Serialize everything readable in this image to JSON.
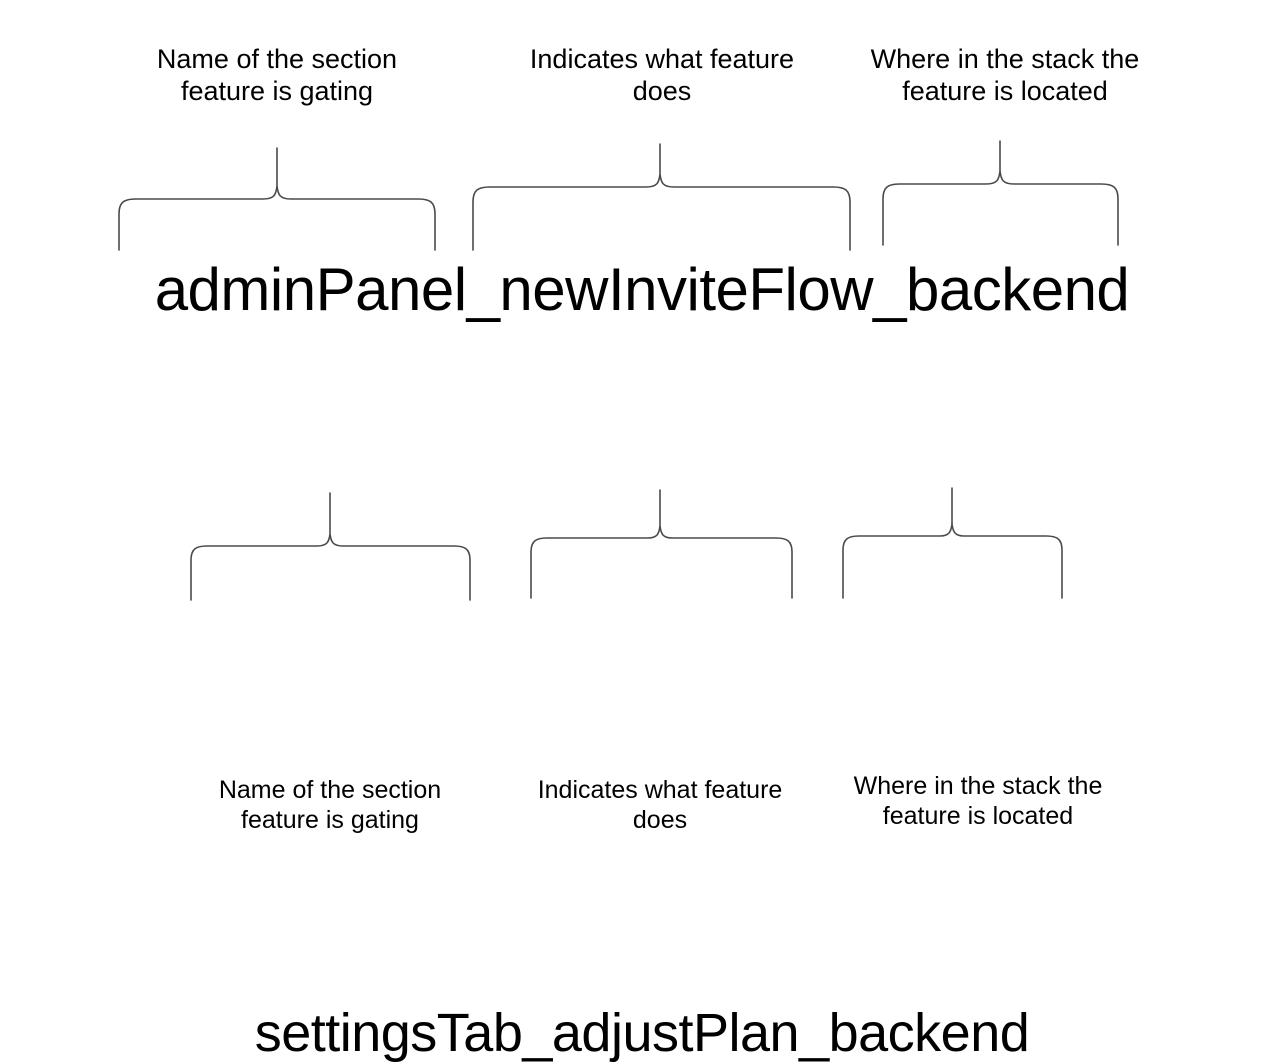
{
  "page": {
    "background_color": "#ffffff",
    "text_color": "#000000",
    "brace_color": "#4a4a4a"
  },
  "groups": [
    {
      "id": "group-1",
      "identifier": "adminPanel_newInviteFlow_backend",
      "segments": [
        {
          "token": "adminPanel",
          "caption": "Name of the section feature is gating"
        },
        {
          "token": "newInviteFlow",
          "caption": "Indicates what feature does"
        },
        {
          "token": "backend",
          "caption": "Where in the stack the feature is located"
        }
      ]
    },
    {
      "id": "group-2",
      "identifier": "settingsTab_adjustPlan_backend",
      "segments": [
        {
          "token": "settingsTab",
          "caption": "Name of the section feature is gating"
        },
        {
          "token": "adjustPlan",
          "caption": "Indicates what feature does"
        },
        {
          "token": "backend",
          "caption": "Where in the stack the feature is located"
        }
      ]
    }
  ]
}
